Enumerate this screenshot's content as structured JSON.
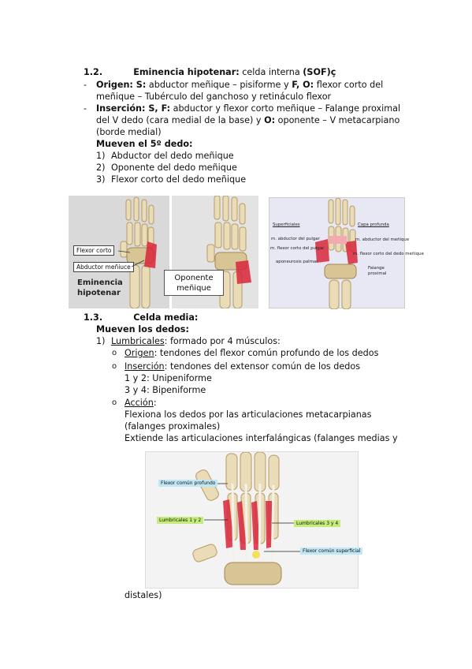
{
  "section_1_2": {
    "number": "1.2.",
    "title": "Eminencia hipotenar:",
    "title_rest": " celda interna ",
    "sof": "(SOF)ç",
    "origin_label": "Origen: S:",
    "origin_text": " abductor meñique – pisiforme y ",
    "origin_f": "F, O:",
    "origin_text2": " flexor corto del",
    "origin_line2": "meñique – Tubérculo del ganchoso y retináculo flexor",
    "insertion_label": "Inserción: S, F:",
    "insertion_text": " abductor y flexor corto meñique – Falange proximal",
    "insertion_line2a": "del V dedo (cara medial de la base) y ",
    "insertion_o": "O:",
    "insertion_line2b": " oponente – V metacarpiano",
    "insertion_line3": "(borde medial)",
    "move_title": "Mueven el 5º dedo:",
    "muscles": [
      {
        "num": "1)",
        "name": "Abductor del dedo meñique"
      },
      {
        "num": "2)",
        "name": "Oponente del dedo meñique"
      },
      {
        "num": "3)",
        "name": "Flexor corto del dedo meñique"
      }
    ]
  },
  "figure1": {
    "label_flexor": "Flexor corto",
    "label_abductor": "Abductor meñiuce",
    "label_eminencia_1": "Eminencia",
    "label_eminencia_2": "hipotenar",
    "label_oponente_1": "Oponente",
    "label_oponente_2": "meñique",
    "sup_title": "Superficiales",
    "deep_title": "Capa profunda",
    "left_labels": [
      "m. abductor del pulgar",
      "m. flexor corto del pulgar",
      "aponeurosis palmar"
    ],
    "right_labels": [
      "m. abductor del meñique",
      "m. flexor corto del dedo meñique"
    ],
    "falange_1": "Falange",
    "falange_2": "proximal"
  },
  "section_1_3": {
    "number": "1.3.",
    "title": "Celda media:",
    "move_title": "Mueven los dedos:",
    "item_num": "1)",
    "item_name": "Lumbricales",
    "item_rest": ": formado por 4 músculos:",
    "bullet": "o",
    "origin_label": "Origen",
    "origin_text": ": tendones del flexor común profundo de los dedos",
    "insertion_label": "Inserción",
    "insertion_text": ": tendones del extensor común de los dedos",
    "uni": "1 y 2: Unipeniforme",
    "bi": "3 y 4: Bipeniforme",
    "action_label": "Acción",
    "action_colon": ":",
    "action_line1": "Flexiona los dedos por las articulaciones metacarpianas",
    "action_line2": "(falanges proximales)",
    "action_line3": "Extiende las articulaciones interfalángicas (falanges medias y",
    "action_line4": "distales)"
  },
  "figure2": {
    "label_profundo": "Flexor común profundo",
    "label_lumb12": "Lumbricales 1 y 2",
    "label_lumb34": "Lumbricales 3 y 4",
    "label_superficial": "Flexor común superficial"
  }
}
